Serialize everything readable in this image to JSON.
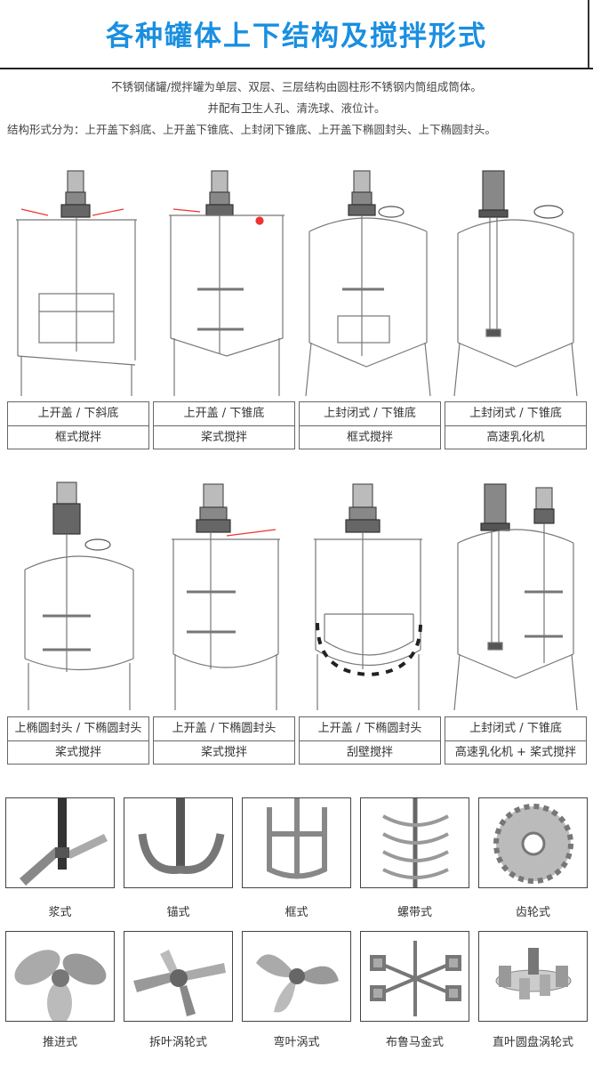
{
  "header": {
    "title": "各种罐体上下结构及搅拌形式"
  },
  "intro": {
    "line1": "不锈钢储罐/搅拌罐为单层、双层、三层结构由圆柱形不锈钢内筒组成筒体。",
    "line2": "并配有卫生人孔、清洗球、液位计。",
    "line3": "结构形式分为：上开盖下斜底、上开盖下锥底、上封闭下锥底、上开盖下椭圆封头、上下椭圆封头。"
  },
  "tanks": [
    {
      "structure": "上开盖 / 下斜底",
      "agitator": "框式搅拌"
    },
    {
      "structure": "上开盖 / 下锥底",
      "agitator": "桨式搅拌"
    },
    {
      "structure": "上封闭式 / 下锥底",
      "agitator": "框式搅拌"
    },
    {
      "structure": "上封闭式 / 下锥底",
      "agitator": "高速乳化机"
    },
    {
      "structure": "上椭圆封头 / 下椭圆封头",
      "agitator": "桨式搅拌"
    },
    {
      "structure": "上开盖 / 下椭圆封头",
      "agitator": "桨式搅拌"
    },
    {
      "structure": "上开盖 / 下椭圆封头",
      "agitator": "刮壁搅拌"
    },
    {
      "structure": "上封闭式 / 下锥底",
      "agitator": "高速乳化机 + 桨式搅拌"
    }
  ],
  "agitator_types": [
    "浆式",
    "锚式",
    "框式",
    "螺带式",
    "齿轮式",
    "推进式",
    "拆叶涡轮式",
    "弯叶涡式",
    "布鲁马金式",
    "直叶圆盘涡轮式"
  ],
  "colors": {
    "title": "#1a8fe0",
    "indicator": "#e33333"
  }
}
